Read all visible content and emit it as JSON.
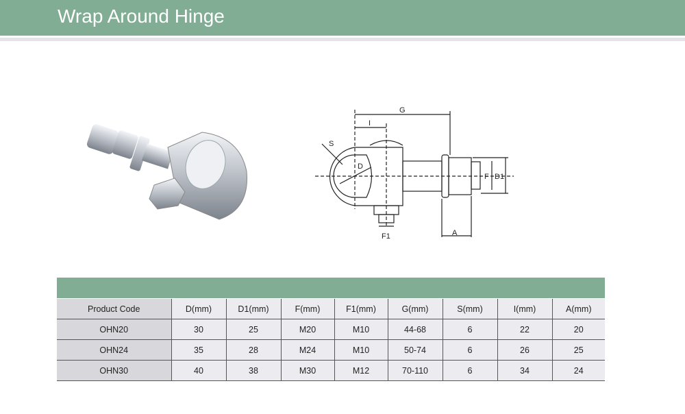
{
  "header": {
    "title": "Wrap Around Hinge"
  },
  "diagram": {
    "labels": {
      "G": "G",
      "I": "I",
      "S": "S",
      "D": "D",
      "F": "F",
      "D1": "D1",
      "F1": "F1",
      "A": "A"
    }
  },
  "table": {
    "columns": [
      "Product Code",
      "D(mm)",
      "D1(mm)",
      "F(mm)",
      "F1(mm)",
      "G(mm)",
      "S(mm)",
      "I(mm)",
      "A(mm)"
    ],
    "rows": [
      [
        "OHN20",
        "30",
        "25",
        "M20",
        "M10",
        "44-68",
        "6",
        "22",
        "20"
      ],
      [
        "OHN24",
        "35",
        "28",
        "M24",
        "M10",
        "50-74",
        "6",
        "26",
        "25"
      ],
      [
        "OHN30",
        "40",
        "38",
        "M30",
        "M12",
        "70-110",
        "6",
        "34",
        "24"
      ]
    ]
  },
  "colors": {
    "accent": "#80ad94"
  }
}
